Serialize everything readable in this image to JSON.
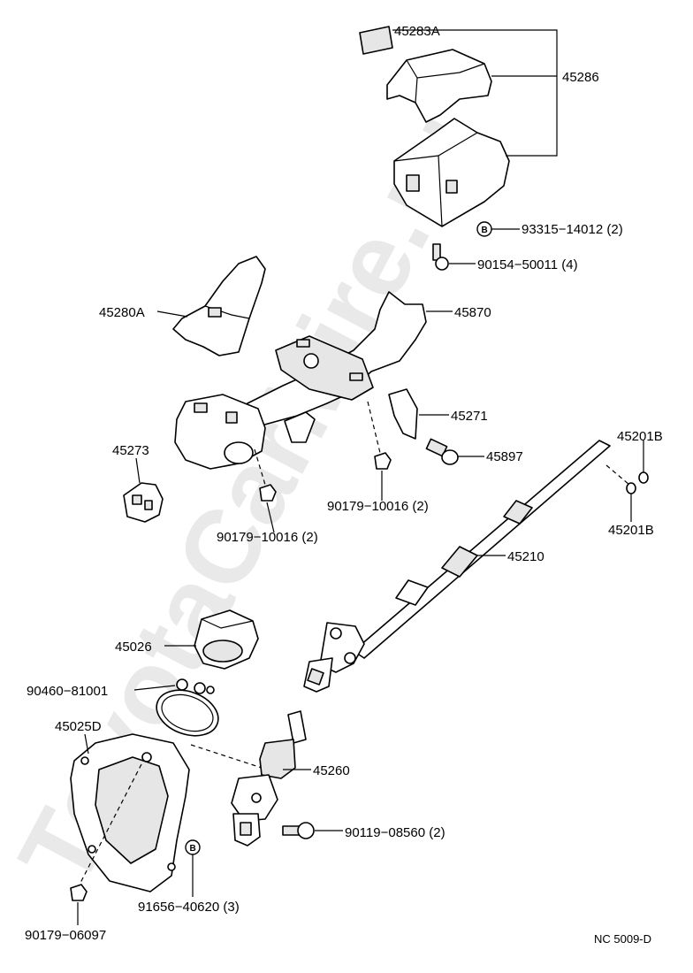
{
  "watermark": "ToyotaCarMire.ru",
  "drawing_code": "NC 5009-D",
  "circle_marker": "B",
  "parts": {
    "label_45283A": "45283A",
    "label_45286": "45286",
    "label_93315_14012": "93315−14012 (2)",
    "label_90154_50011": "90154−50011 (4)",
    "label_45280A": "45280A",
    "label_45870": "45870",
    "label_45271": "45271",
    "label_45897": "45897",
    "label_45273": "45273",
    "label_90179_10016_a": "90179−10016 (2)",
    "label_90179_10016_b": "90179−10016 (2)",
    "label_45201B_a": "45201B",
    "label_45201B_b": "45201B",
    "label_45210": "45210",
    "label_45026": "45026",
    "label_90460_81001": "90460−81001",
    "label_45025D": "45025D",
    "label_45260": "45260",
    "label_90119_08560": "90119−08560 (2)",
    "label_91656_40620": "91656−40620 (3)",
    "label_90179_06097": "90179−06097"
  }
}
